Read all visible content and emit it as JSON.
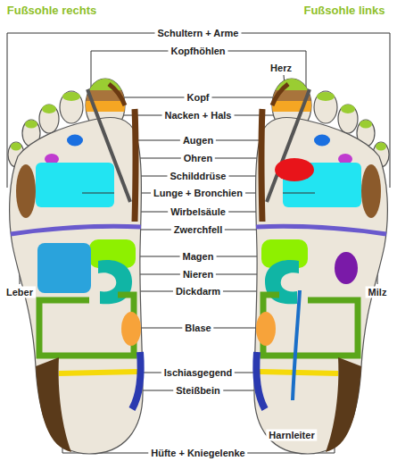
{
  "diagram": {
    "labels": [
      "Fußsohle rechts",
      "Fußsohle links",
      "Schultern + Arme",
      "Kopfhöhlen",
      "Herz",
      "Kopf",
      "Nacken + Hals",
      "Augen",
      "Ohren",
      "Schilddrüse",
      "Lunge + Bronchien",
      "Wirbelsäule",
      "Zwerchfell",
      "Magen",
      "Nieren",
      "Dickdarm",
      "Blase",
      "Ischiasgegend",
      "Steißbein",
      "Harnleiter",
      "Hüfte + Kniegelenke",
      "Leber",
      "Milz"
    ]
  }
}
